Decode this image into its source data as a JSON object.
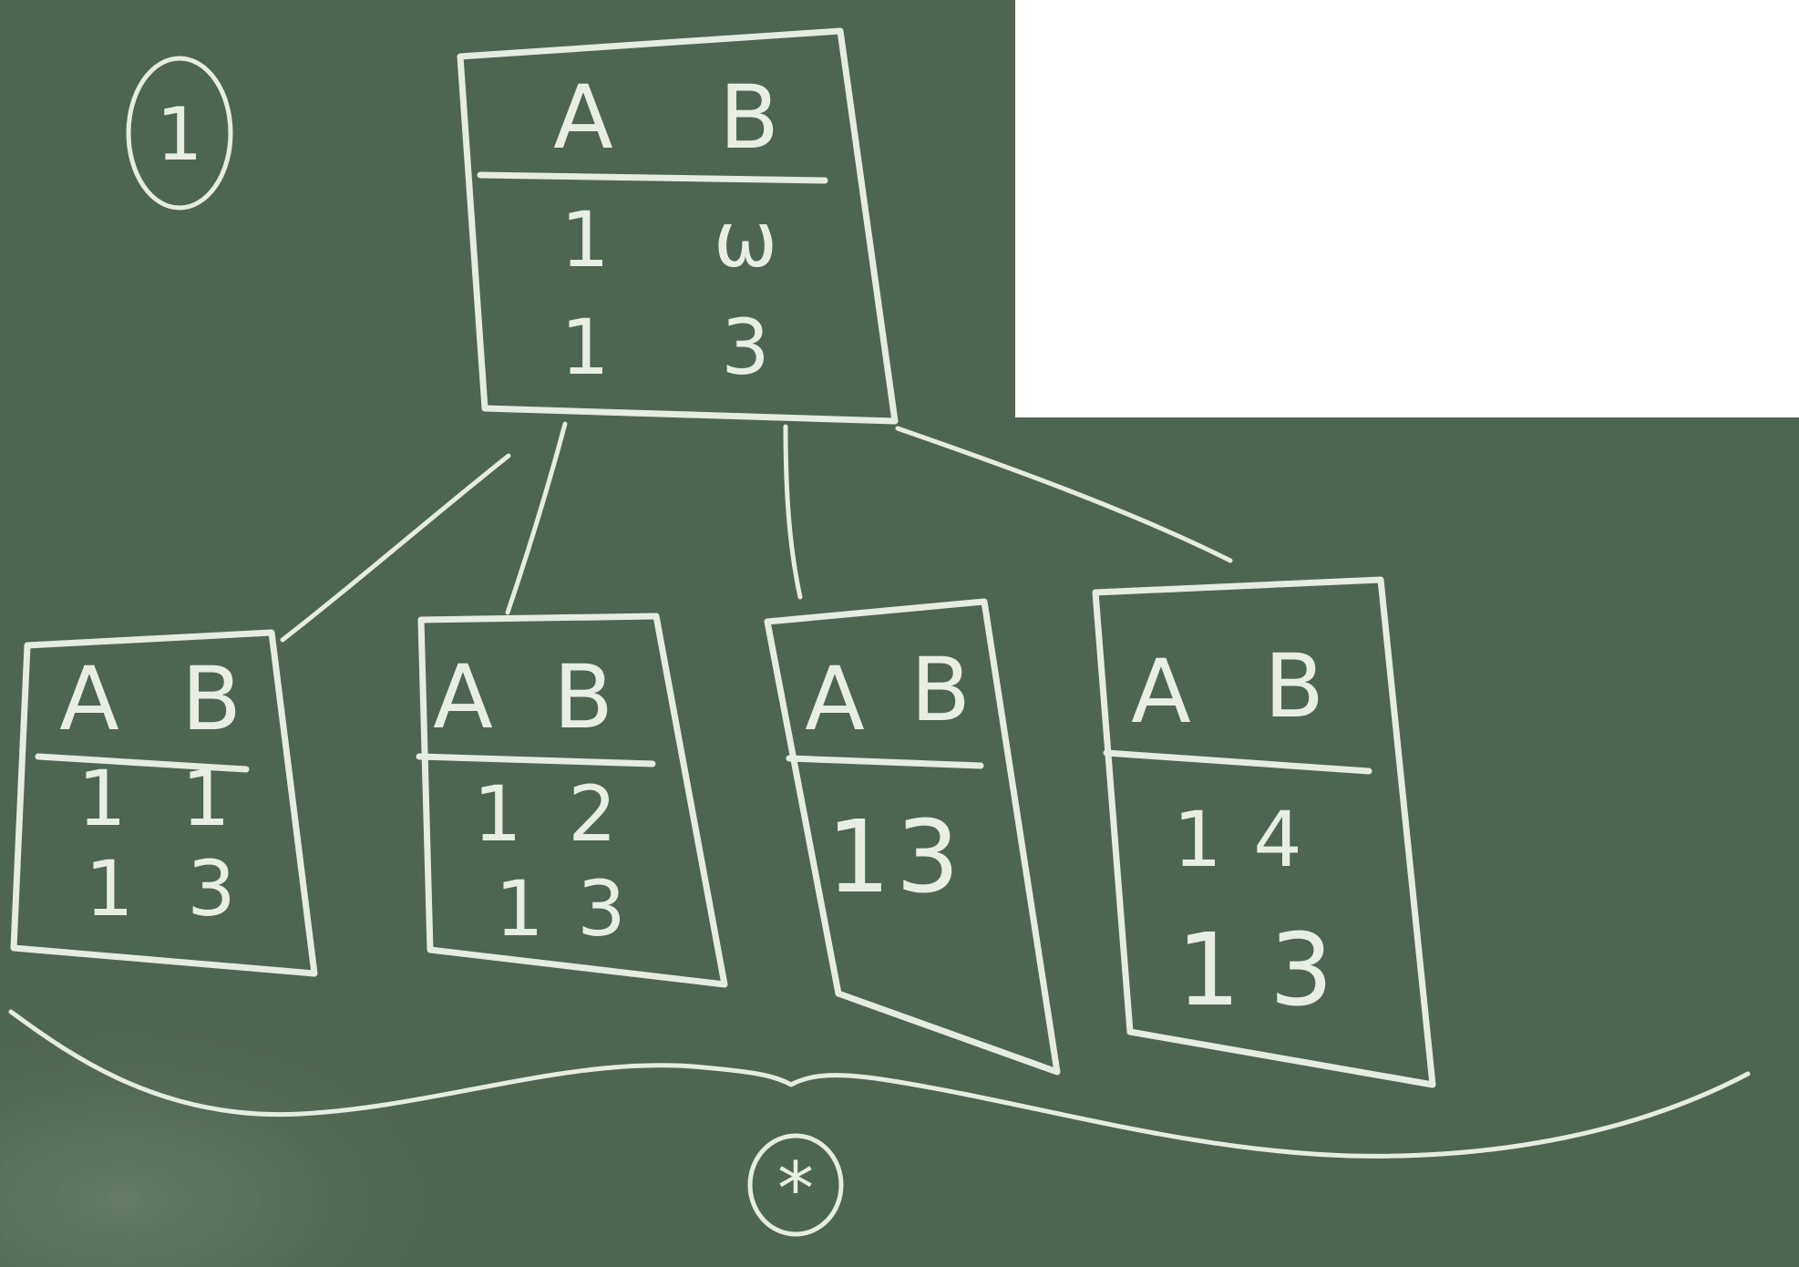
{
  "board": {
    "label_top": "1",
    "label_bottom": "*",
    "root": {
      "headers": [
        "A",
        "B"
      ],
      "rows": [
        [
          "1",
          "ω"
        ],
        [
          "1",
          "3"
        ]
      ]
    },
    "children": [
      {
        "headers": [
          "A",
          "B"
        ],
        "rows": [
          [
            "1",
            "1"
          ],
          [
            "1",
            "3"
          ]
        ]
      },
      {
        "headers": [
          "A",
          "B"
        ],
        "rows": [
          [
            "1",
            "2"
          ],
          [
            "1",
            "3"
          ]
        ]
      },
      {
        "headers": [
          "A",
          "B"
        ],
        "rows": [
          [
            "1",
            "3"
          ]
        ]
      },
      {
        "headers": [
          "A",
          "B"
        ],
        "rows": [
          [
            "1",
            "4"
          ],
          [
            "1",
            "3"
          ]
        ]
      }
    ]
  },
  "colors": {
    "board": "#4e6551",
    "chalk": "#e6ece2",
    "paper": "#ffffff"
  }
}
